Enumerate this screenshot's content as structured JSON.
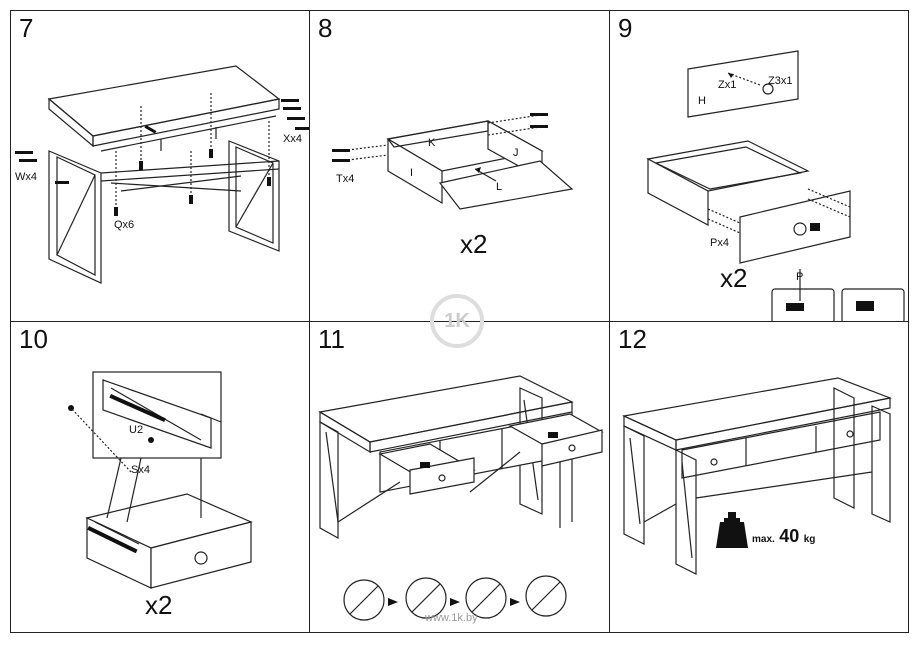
{
  "steps": [
    {
      "number": "7",
      "labels": {
        "w": "Wx4",
        "q": "Qx6",
        "x": "Xx4"
      }
    },
    {
      "number": "8",
      "labels": {
        "t": "Tx4",
        "i": "I",
        "j": "J",
        "k": "K",
        "l": "L"
      },
      "multiplier": "x2"
    },
    {
      "number": "9",
      "labels": {
        "h": "H",
        "zx": "Zx1",
        "z3": "Z3x1",
        "px": "Px4",
        "p": "P"
      },
      "multiplier": "x2"
    },
    {
      "number": "10",
      "labels": {
        "u": "U2",
        "s": "Sx4"
      },
      "multiplier": "x2"
    },
    {
      "number": "11"
    },
    {
      "number": "12",
      "max_label": "max.",
      "max_value": "40",
      "max_unit": "kg"
    }
  ],
  "watermark": {
    "url": "www.1k.by",
    "logo": "1K"
  },
  "colors": {
    "line": "#222222",
    "frame": "#444444",
    "watermark": "#cccccc"
  }
}
